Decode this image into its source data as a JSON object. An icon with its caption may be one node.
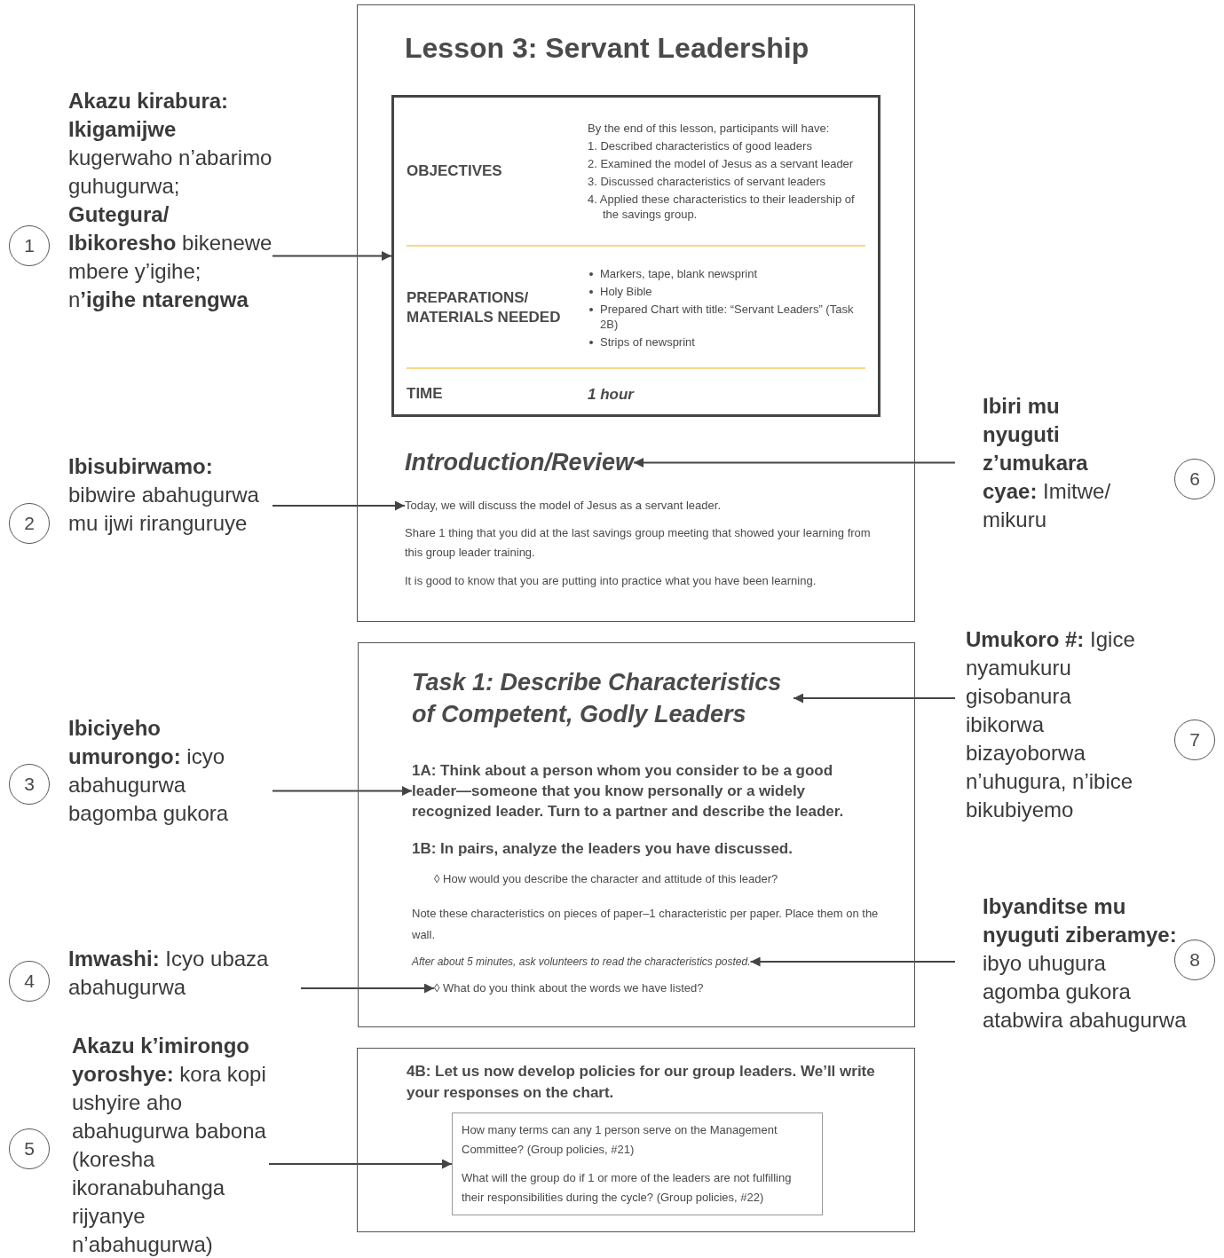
{
  "diagram": {
    "nodes": [
      {
        "text": [
          "Lesson 3: Servant Leadership",
          "Share 1 thing that you did at the last savings group meeting that showed your learning from this group leader training.",
          "It is good to know that you are putting into practice what you have been learning."
        ]
      },
      {
        "text": [
          "OBJECTIVES",
          "By the end of this lesson, participants will have:",
          "1. Described characteristics of good leaders",
          "2. Examined the model of Jesus as a servant leader",
          "3. Discussed characteristics of servant leaders",
          "4. Applied these characteristics to their leadership of the savings group.",
          "PREPARATIONS/ MATERIALS NEEDED",
          "Markers, tape, blank newsprint",
          "Holy Bible",
          "Prepared Chart with title: “Servant Leaders” (Task 2B)",
          "Strips of newsprint",
          "TIME",
          "1 hour"
        ],
        "in": 0
      },
      {
        "text": [
          "Introduction/Review"
        ],
        "in": 0
      },
      {
        "text": [
          "Today, we will discuss the model of Jesus as a servant leader."
        ],
        "in": 0
      },
      {
        "text": [
          "1B: In pairs, analyze the leaders you have discussed.",
          "◊ How would you describe the character and attitude of this leader?",
          "Note these characteristics on pieces of paper–1 characteristic per paper. Place them on the wall."
        ]
      },
      {
        "text": [
          "Task 1: Describe Characteristics of Competent, Godly Leaders"
        ],
        "in": 4
      },
      {
        "text": [
          "1A: Think about a person whom you consider to be a good leader—someone that you know personally or a widely recognized leader. Turn to a partner and describe the leader."
        ],
        "in": 4
      },
      {
        "text": [
          "After about 5 minutes, ask volunteers to read the characteristics posted."
        ],
        "in": 4
      },
      {
        "text": [
          "◊ What do you think about the words we have listed?"
        ],
        "in": 4
      },
      {
        "text": [
          "4B: Let us now develop policies for our group leaders. We’ll write your responses on the chart."
        ]
      },
      {
        "text": [
          "How many terms can any 1 person serve on the Management Committee? (Group policies, #21)",
          "What will the group do if 1 or more of the leaders are not fulfilling their responsibilities during the cycle? (Group policies, #22)"
        ],
        "in": 9
      },
      {
        "text": [
          "**Akazu kirabura: Ikigamijwe** kugerwaho n’abarimo guhugurwa; **Gutegura/ Ibikoresho** bikenewe mbere y’igihe; n**’igihe ntarengwa**"
        ]
      },
      {
        "text": [
          "**Ibisubirwamo:** bibwire abahugurwa mu ijwi riranguruye"
        ]
      },
      {
        "text": [
          "**Ibiciyeho umurongo:** icyo abahugurwa bagomba gukora"
        ]
      },
      {
        "text": [
          "**Imwashi:** Icyo ubaza abahugurwa"
        ]
      },
      {
        "text": [
          "**Akazu k’imirongo yoroshye:** kora kopi ushyire aho abahugurwa babona (koresha ikoranabuhanga rijyanye n’abahugurwa)"
        ]
      },
      {
        "text": [
          "**Ibiri mu nyuguti z’umukara cyae:** Imitwe/ mikuru"
        ]
      },
      {
        "text": [
          "**Umukoro #:** Igice nyamukuru gisobanura ibikorwa bizayoborwa n’uhugura, n’ibice bikubiyemo"
        ]
      },
      {
        "text": [
          "**Ibyanditse mu nyuguti ziberamye:** ibyo uhugura agomba gukora atabwira abahugurwa"
        ]
      },
      {
        "text": [
          "1"
        ]
      },
      {
        "text": [
          "2"
        ]
      },
      {
        "text": [
          "3"
        ]
      },
      {
        "text": [
          "4"
        ]
      },
      {
        "text": [
          "5"
        ]
      },
      {
        "text": [
          "6"
        ]
      },
      {
        "text": [
          "7"
        ]
      },
      {
        "text": [
          "8"
        ]
      }
    ],
    "edges": [
      {
        "from": 11,
        "to": 1,
        "arrow": "to"
      },
      {
        "from": 12,
        "to": 3,
        "arrow": "to"
      },
      {
        "from": 13,
        "to": 6,
        "arrow": "to"
      },
      {
        "from": 14,
        "to": 8,
        "arrow": "to"
      },
      {
        "from": 15,
        "to": 10,
        "arrow": "to"
      },
      {
        "from": 16,
        "to": 2,
        "arrow": "to"
      },
      {
        "from": 17,
        "to": 5,
        "arrow": "to"
      },
      {
        "from": 18,
        "to": 7,
        "arrow": "to"
      }
    ]
  }
}
